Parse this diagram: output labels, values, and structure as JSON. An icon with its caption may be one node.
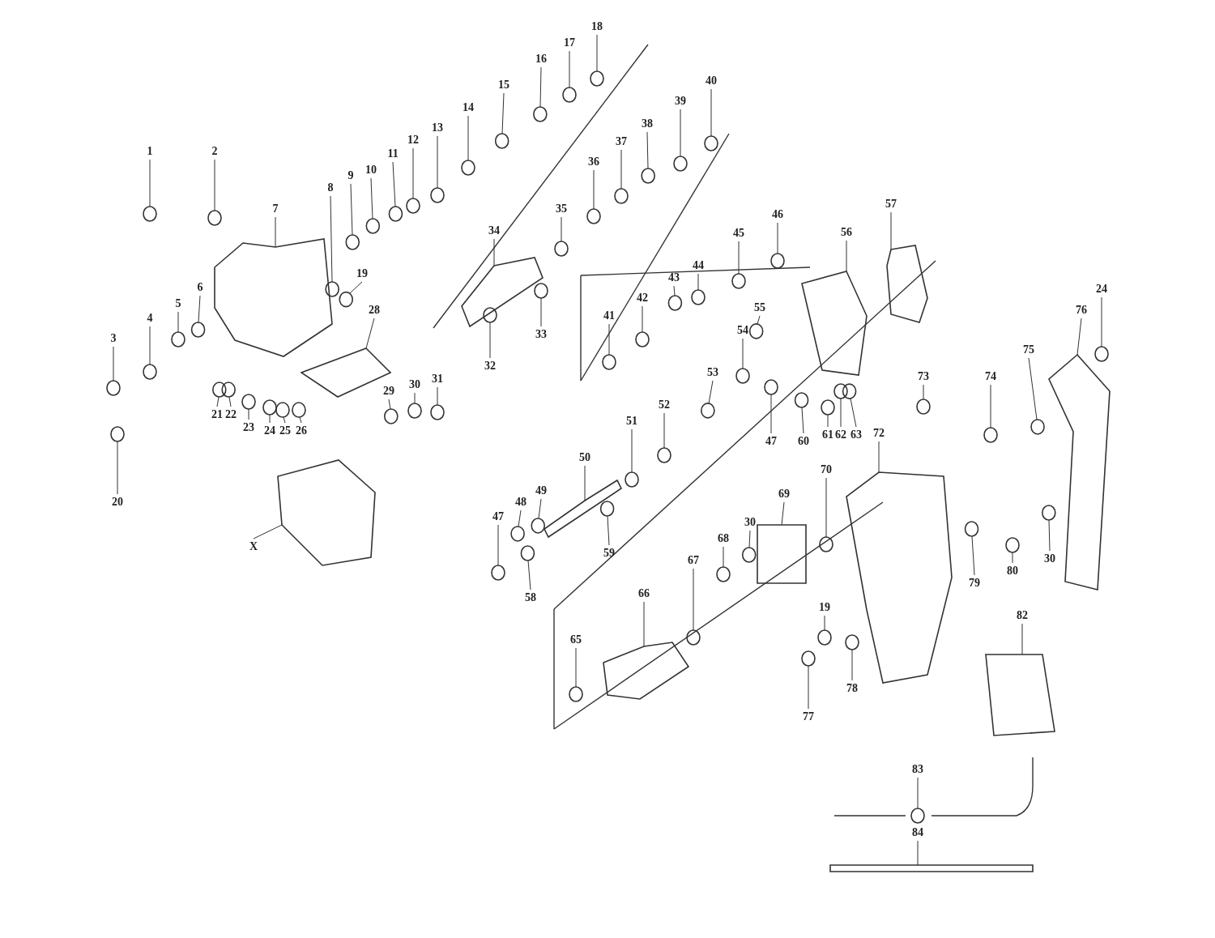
{
  "diagram": {
    "nodes": [
      {
        "text": [
          "1"
        ]
      },
      {
        "text": [
          "2"
        ]
      },
      {
        "text": [
          "7"
        ]
      },
      {
        "text": [
          "8"
        ]
      },
      {
        "text": [
          "9"
        ]
      },
      {
        "text": [
          "10"
        ]
      },
      {
        "text": [
          "11"
        ]
      },
      {
        "text": [
          "12"
        ]
      },
      {
        "text": [
          "13"
        ]
      },
      {
        "text": [
          "14"
        ]
      },
      {
        "text": [
          "15"
        ]
      },
      {
        "text": [
          "16"
        ]
      },
      {
        "text": [
          "17"
        ]
      },
      {
        "text": [
          "18"
        ]
      },
      {
        "text": [
          "3"
        ]
      },
      {
        "text": [
          "4"
        ]
      },
      {
        "text": [
          "5"
        ]
      },
      {
        "text": [
          "6"
        ]
      },
      {
        "text": [
          "19"
        ]
      },
      {
        "text": [
          "28"
        ]
      },
      {
        "text": [
          "20"
        ]
      },
      {
        "text": [
          "21"
        ]
      },
      {
        "text": [
          "22"
        ]
      },
      {
        "text": [
          "23"
        ]
      },
      {
        "text": [
          "24"
        ]
      },
      {
        "text": [
          "25"
        ]
      },
      {
        "text": [
          "26"
        ]
      },
      {
        "text": [
          "30"
        ]
      },
      {
        "text": [
          "29"
        ]
      },
      {
        "text": [
          "31"
        ]
      },
      {
        "text": [
          "X"
        ]
      },
      {
        "text": [
          "34"
        ]
      },
      {
        "text": [
          "35"
        ]
      },
      {
        "text": [
          "36"
        ]
      },
      {
        "text": [
          "37"
        ]
      },
      {
        "text": [
          "38"
        ]
      },
      {
        "text": [
          "39"
        ]
      },
      {
        "text": [
          "40"
        ]
      },
      {
        "text": [
          "33"
        ]
      },
      {
        "text": [
          "32"
        ]
      },
      {
        "text": [
          "41"
        ]
      },
      {
        "text": [
          "42"
        ]
      },
      {
        "text": [
          "43"
        ]
      },
      {
        "text": [
          "44"
        ]
      },
      {
        "text": [
          "45"
        ]
      },
      {
        "text": [
          "46"
        ]
      },
      {
        "text": [
          "56"
        ]
      },
      {
        "text": [
          "57"
        ]
      },
      {
        "text": [
          "55"
        ]
      },
      {
        "text": [
          "54"
        ]
      },
      {
        "text": [
          "53"
        ]
      },
      {
        "text": [
          "52"
        ]
      },
      {
        "text": [
          "51"
        ]
      },
      {
        "text": [
          "50"
        ]
      },
      {
        "text": [
          "49"
        ]
      },
      {
        "text": [
          "48"
        ]
      },
      {
        "text": [
          "47"
        ]
      },
      {
        "text": [
          "47"
        ]
      },
      {
        "text": [
          "58"
        ]
      },
      {
        "text": [
          "59"
        ]
      },
      {
        "text": [
          "60"
        ]
      },
      {
        "text": [
          "61"
        ]
      },
      {
        "text": [
          "62"
        ]
      },
      {
        "text": [
          "63"
        ]
      },
      {
        "text": [
          "73"
        ]
      },
      {
        "text": [
          "72"
        ]
      },
      {
        "text": [
          "74"
        ]
      },
      {
        "text": [
          "75"
        ]
      },
      {
        "text": [
          "76"
        ]
      },
      {
        "text": [
          "24"
        ]
      },
      {
        "text": [
          "70"
        ]
      },
      {
        "text": [
          "69"
        ]
      },
      {
        "text": [
          "68"
        ]
      },
      {
        "text": [
          "67"
        ]
      },
      {
        "text": [
          "66"
        ]
      },
      {
        "text": [
          "65"
        ]
      },
      {
        "text": [
          "30"
        ]
      },
      {
        "text": [
          "30"
        ]
      },
      {
        "text": [
          "79"
        ]
      },
      {
        "text": [
          "80"
        ]
      },
      {
        "text": [
          "19"
        ]
      },
      {
        "text": [
          "78"
        ]
      },
      {
        "text": [
          "77"
        ]
      },
      {
        "text": [
          "82"
        ]
      },
      {
        "text": [
          "83"
        ]
      },
      {
        "text": [
          "84"
        ]
      },
      {
        "text": [],
        "shape": "circle"
      },
      {
        "text": [],
        "shape": "circle"
      },
      {
        "text": [],
        "shape": "picture"
      },
      {
        "text": [],
        "shape": "circle"
      },
      {
        "text": [],
        "shape": "circle"
      },
      {
        "text": [],
        "shape": "circle"
      },
      {
        "text": [],
        "shape": "circle"
      },
      {
        "text": [],
        "shape": "circle"
      },
      {
        "text": [],
        "shape": "circle"
      },
      {
        "text": [],
        "shape": "circle"
      },
      {
        "text": [],
        "shape": "circle"
      },
      {
        "text": [],
        "shape": "circle"
      },
      {
        "text": [],
        "shape": "circle"
      },
      {
        "text": [],
        "shape": "circle"
      },
      {
        "text": [],
        "shape": "circle"
      },
      {
        "text": [],
        "shape": "circle"
      },
      {
        "text": [],
        "shape": "circle"
      },
      {
        "text": [],
        "shape": "circle"
      },
      {
        "text": [],
        "shape": "circle"
      },
      {
        "text": [],
        "shape": "picture"
      },
      {
        "text": [],
        "shape": "circle"
      },
      {
        "text": [],
        "shape": "circle"
      },
      {
        "text": [],
        "shape": "circle"
      },
      {
        "text": [],
        "shape": "circle"
      },
      {
        "text": [],
        "shape": "circle"
      },
      {
        "text": [],
        "shape": "circle"
      },
      {
        "text": [],
        "shape": "circle"
      },
      {
        "text": [],
        "shape": "circle"
      },
      {
        "text": [],
        "shape": "circle"
      },
      {
        "text": [],
        "shape": "circle"
      },
      {
        "text": [],
        "shape": "picture"
      },
      {
        "text": [],
        "shape": "picture"
      },
      {
        "text": [],
        "shape": "circle"
      },
      {
        "text": [],
        "shape": "circle"
      },
      {
        "text": [],
        "shape": "circle"
      },
      {
        "text": [],
        "shape": "circle"
      },
      {
        "text": [],
        "shape": "circle"
      },
      {
        "text": [],
        "shape": "circle"
      },
      {
        "text": [],
        "shape": "circle"
      },
      {
        "text": [],
        "shape": "circle"
      },
      {
        "text": [],
        "shape": "circle"
      },
      {
        "text": [],
        "shape": "circle"
      },
      {
        "text": [],
        "shape": "circle"
      },
      {
        "text": [],
        "shape": "circle"
      },
      {
        "text": [],
        "shape": "circle"
      },
      {
        "text": [],
        "shape": "circle"
      },
      {
        "text": [],
        "shape": "picture"
      },
      {
        "text": [],
        "shape": "picture"
      },
      {
        "text": [],
        "shape": "circle"
      },
      {
        "text": [],
        "shape": "circle"
      },
      {
        "text": [],
        "shape": "circle"
      },
      {
        "text": [],
        "shape": "circle"
      },
      {
        "text": [],
        "shape": "circle"
      },
      {
        "text": [],
        "shape": "picture"
      },
      {
        "text": [],
        "shape": "circle"
      },
      {
        "text": [],
        "shape": "circle"
      },
      {
        "text": [],
        "shape": "circle"
      },
      {
        "text": [],
        "shape": "circle"
      },
      {
        "text": [],
        "shape": "circle"
      },
      {
        "text": [],
        "shape": "circle"
      },
      {
        "text": [],
        "shape": "circle"
      },
      {
        "text": [],
        "shape": "circle"
      },
      {
        "text": [],
        "shape": "circle"
      },
      {
        "text": [],
        "shape": "circle"
      },
      {
        "text": [],
        "shape": "circle"
      },
      {
        "text": [],
        "shape": "picture"
      },
      {
        "text": [],
        "shape": "circle"
      },
      {
        "text": [],
        "shape": "circle"
      },
      {
        "text": [],
        "shape": "picture"
      },
      {
        "text": [],
        "shape": "circle"
      },
      {
        "text": [],
        "shape": "circle"
      },
      {
        "text": [],
        "shape": "box"
      },
      {
        "text": [],
        "shape": "circle"
      },
      {
        "text": [],
        "shape": "circle"
      },
      {
        "text": [],
        "shape": "picture"
      },
      {
        "text": [],
        "shape": "circle"
      },
      {
        "text": [],
        "shape": "circle"
      },
      {
        "text": [],
        "shape": "circle"
      },
      {
        "text": [],
        "shape": "circle"
      },
      {
        "text": [],
        "shape": "circle"
      },
      {
        "text": [],
        "shape": "circle"
      },
      {
        "text": [],
        "shape": "circle"
      },
      {
        "text": [],
        "shape": "circle"
      },
      {
        "text": [],
        "shape": "picture"
      },
      {
        "text": [],
        "shape": "circle"
      },
      {
        "text": [],
        "shape": "box"
      }
    ],
    "edges": [
      {
        "from": 0,
        "to": 86,
        "arrow": "none"
      },
      {
        "from": 1,
        "to": 87,
        "arrow": "none"
      },
      {
        "from": 2,
        "to": 88,
        "arrow": "none"
      },
      {
        "from": 3,
        "to": 89,
        "arrow": "none"
      },
      {
        "from": 4,
        "to": 90,
        "arrow": "none"
      },
      {
        "from": 5,
        "to": 91,
        "arrow": "none"
      },
      {
        "from": 6,
        "to": 92,
        "arrow": "none"
      },
      {
        "from": 7,
        "to": 93,
        "arrow": "none"
      },
      {
        "from": 8,
        "to": 94,
        "arrow": "none"
      },
      {
        "from": 9,
        "to": 95,
        "arrow": "none"
      },
      {
        "from": 10,
        "to": 96,
        "arrow": "none"
      },
      {
        "from": 11,
        "to": 97,
        "arrow": "none"
      },
      {
        "from": 12,
        "to": 98,
        "arrow": "none"
      },
      {
        "from": 13,
        "to": 99,
        "arrow": "none"
      },
      {
        "from": 14,
        "to": 100,
        "arrow": "none"
      },
      {
        "from": 15,
        "to": 101,
        "arrow": "none"
      },
      {
        "from": 16,
        "to": 102,
        "arrow": "none"
      },
      {
        "from": 17,
        "to": 103,
        "arrow": "none"
      },
      {
        "from": 18,
        "to": 104,
        "arrow": "none"
      },
      {
        "from": 19,
        "to": 105,
        "arrow": "none"
      },
      {
        "from": 20,
        "to": 106,
        "arrow": "none"
      },
      {
        "from": 21,
        "to": 107,
        "arrow": "none"
      },
      {
        "from": 22,
        "to": 108,
        "arrow": "none"
      },
      {
        "from": 23,
        "to": 109,
        "arrow": "none"
      },
      {
        "from": 24,
        "to": 110,
        "arrow": "none"
      },
      {
        "from": 25,
        "to": 111,
        "arrow": "none"
      },
      {
        "from": 26,
        "to": 112,
        "arrow": "none"
      },
      {
        "from": 27,
        "to": 113,
        "arrow": "none"
      },
      {
        "from": 28,
        "to": 114,
        "arrow": "none"
      },
      {
        "from": 29,
        "to": 115,
        "arrow": "none"
      },
      {
        "from": 30,
        "to": 116,
        "arrow": "none"
      },
      {
        "from": 31,
        "to": 117,
        "arrow": "none"
      },
      {
        "from": 32,
        "to": 118,
        "arrow": "none"
      },
      {
        "from": 33,
        "to": 119,
        "arrow": "none"
      },
      {
        "from": 34,
        "to": 120,
        "arrow": "none"
      },
      {
        "from": 35,
        "to": 121,
        "arrow": "none"
      },
      {
        "from": 36,
        "to": 122,
        "arrow": "none"
      },
      {
        "from": 37,
        "to": 123,
        "arrow": "none"
      },
      {
        "from": 38,
        "to": 124,
        "arrow": "none"
      },
      {
        "from": 39,
        "to": 125,
        "arrow": "none"
      },
      {
        "from": 40,
        "to": 126,
        "arrow": "none"
      },
      {
        "from": 41,
        "to": 127,
        "arrow": "none"
      },
      {
        "from": 42,
        "to": 128,
        "arrow": "none"
      },
      {
        "from": 43,
        "to": 129,
        "arrow": "none"
      },
      {
        "from": 44,
        "to": 130,
        "arrow": "none"
      },
      {
        "from": 45,
        "to": 131,
        "arrow": "none"
      },
      {
        "from": 46,
        "to": 132,
        "arrow": "none"
      },
      {
        "from": 47,
        "to": 133,
        "arrow": "none"
      },
      {
        "from": 48,
        "to": 134,
        "arrow": "none"
      },
      {
        "from": 49,
        "to": 135,
        "arrow": "none"
      },
      {
        "from": 50,
        "to": 136,
        "arrow": "none"
      },
      {
        "from": 51,
        "to": 137,
        "arrow": "none"
      },
      {
        "from": 52,
        "to": 138,
        "arrow": "none"
      },
      {
        "from": 53,
        "to": 139,
        "arrow": "none"
      },
      {
        "from": 54,
        "to": 140,
        "arrow": "none"
      },
      {
        "from": 55,
        "to": 141,
        "arrow": "none"
      },
      {
        "from": 56,
        "to": 142,
        "arrow": "none"
      },
      {
        "from": 57,
        "to": 143,
        "arrow": "none"
      },
      {
        "from": 58,
        "to": 144,
        "arrow": "none"
      },
      {
        "from": 59,
        "to": 145,
        "arrow": "none"
      },
      {
        "from": 60,
        "to": 146,
        "arrow": "none"
      },
      {
        "from": 61,
        "to": 147,
        "arrow": "none"
      },
      {
        "from": 62,
        "to": 148,
        "arrow": "none"
      },
      {
        "from": 63,
        "to": 149,
        "arrow": "none"
      },
      {
        "from": 64,
        "to": 150,
        "arrow": "none"
      },
      {
        "from": 65,
        "to": 151,
        "arrow": "none"
      },
      {
        "from": 66,
        "to": 152,
        "arrow": "none"
      },
      {
        "from": 67,
        "to": 153,
        "arrow": "none"
      },
      {
        "from": 68,
        "to": 154,
        "arrow": "none"
      },
      {
        "from": 69,
        "to": 155,
        "arrow": "none"
      },
      {
        "from": 70,
        "to": 156,
        "arrow": "none"
      },
      {
        "from": 71,
        "to": 157,
        "arrow": "none"
      },
      {
        "from": 72,
        "to": 158,
        "arrow": "none"
      },
      {
        "from": 73,
        "to": 159,
        "arrow": "none"
      },
      {
        "from": 74,
        "to": 160,
        "arrow": "none"
      },
      {
        "from": 75,
        "to": 161,
        "arrow": "none"
      },
      {
        "from": 76,
        "to": 162,
        "arrow": "none"
      },
      {
        "from": 77,
        "to": 163,
        "arrow": "none"
      },
      {
        "from": 78,
        "to": 164,
        "arrow": "none"
      },
      {
        "from": 79,
        "to": 165,
        "arrow": "none"
      },
      {
        "from": 80,
        "to": 166,
        "arrow": "none"
      },
      {
        "from": 81,
        "to": 167,
        "arrow": "none"
      },
      {
        "from": 82,
        "to": 168,
        "arrow": "none"
      },
      {
        "from": 83,
        "to": 169,
        "arrow": "none"
      },
      {
        "from": 84,
        "to": 170,
        "arrow": "none"
      },
      {
        "from": 85,
        "to": 171,
        "arrow": "none"
      }
    ]
  }
}
